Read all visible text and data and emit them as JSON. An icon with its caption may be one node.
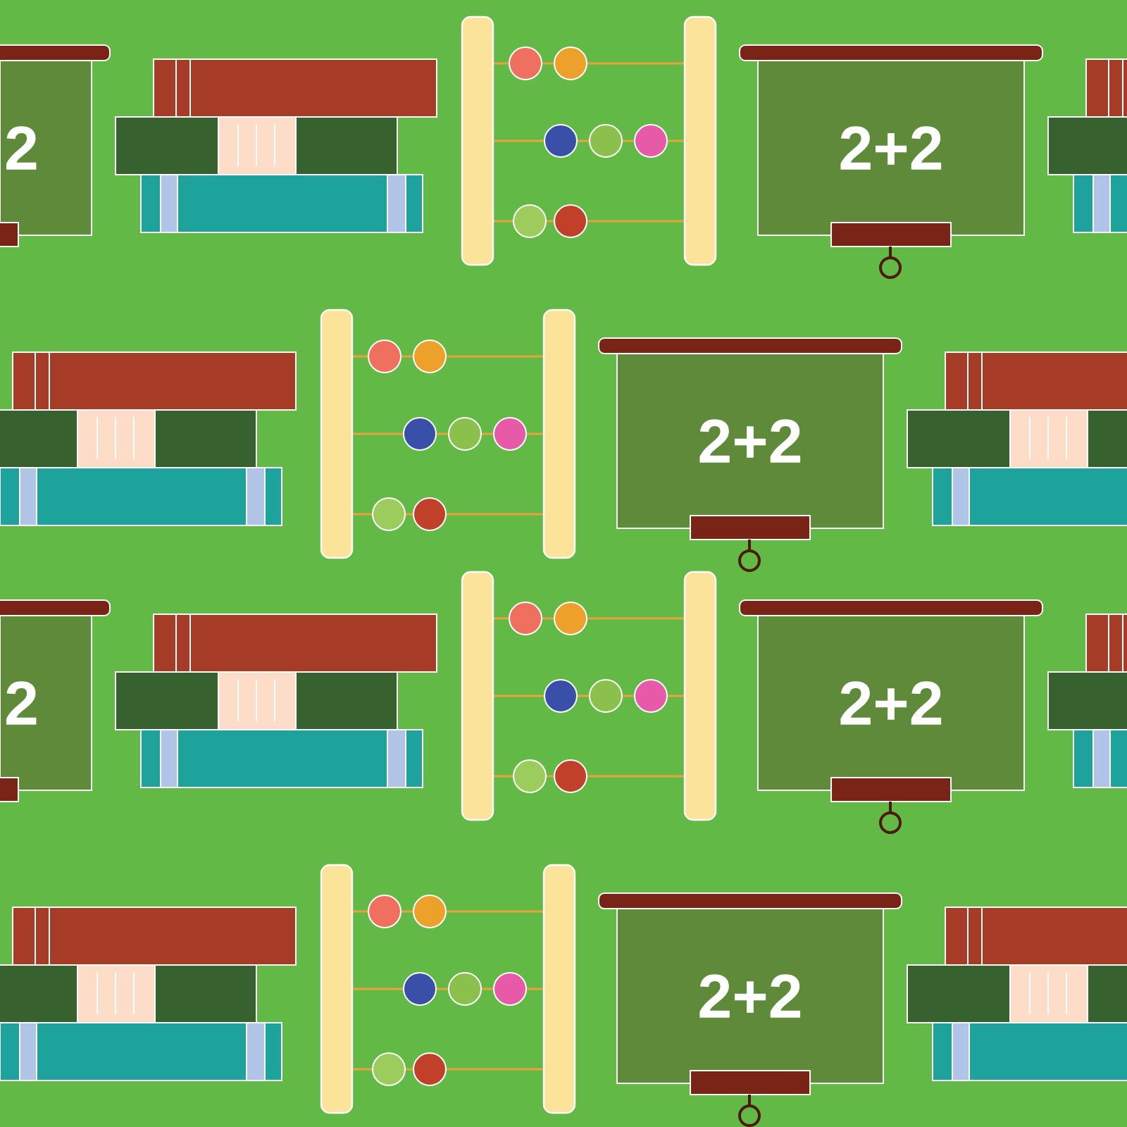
{
  "diagram": {
    "nodes": [
      {
        "text": [
          "2"
        ]
      },
      {
        "text": [
          "2+2"
        ]
      },
      {
        "text": [
          "2+2"
        ]
      },
      {
        "text": [
          "2"
        ]
      },
      {
        "text": [
          "2+2"
        ]
      },
      {
        "text": [
          "2+2"
        ]
      }
    ]
  }
}
